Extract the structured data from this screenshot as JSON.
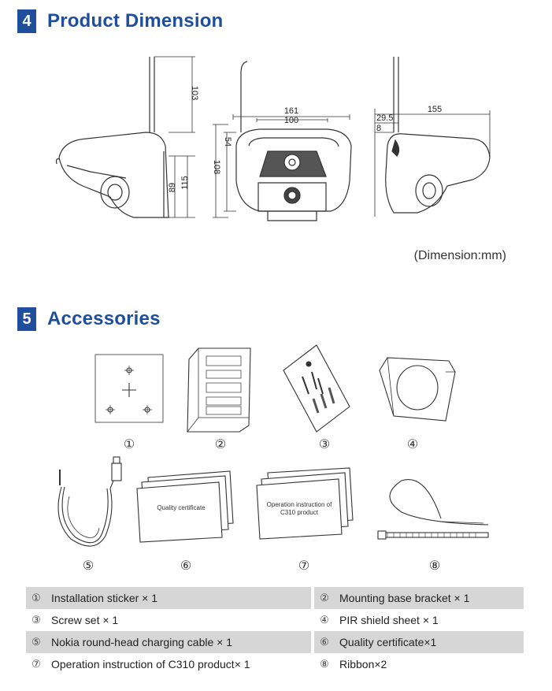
{
  "section4": {
    "number": "4",
    "title": "Product Dimension"
  },
  "dimensions": {
    "side_antenna": "103",
    "side_height": "115",
    "side_inner": "89",
    "front_width": "161",
    "front_inner_width": "100",
    "front_height": "108",
    "front_top": "54",
    "right_width": "155",
    "right_offset": "29.5",
    "right_small": "8"
  },
  "dimension_note": "(Dimension:mm)",
  "section5": {
    "number": "5",
    "title": "Accessories"
  },
  "item_numbers": [
    "①",
    "②",
    "③",
    "④",
    "⑤",
    "⑥",
    "⑦",
    "⑧"
  ],
  "card_labels": {
    "quality": "Quality certificate",
    "operation_line1": "Operation instruction of",
    "operation_line2": "C310 product"
  },
  "accessories": [
    {
      "num": "①",
      "label": "Installation sticker × 1"
    },
    {
      "num": "②",
      "label": "Mounting base bracket × 1"
    },
    {
      "num": "③",
      "label": "Screw set × 1"
    },
    {
      "num": "④",
      "label": "PIR shield sheet × 1"
    },
    {
      "num": "⑤",
      "label": "Nokia round-head charging cable  × 1"
    },
    {
      "num": "⑥",
      "label": "Quality certificate×1"
    },
    {
      "num": "⑦",
      "label": "Operation instruction of C310 product× 1"
    },
    {
      "num": "⑧",
      "label": "Ribbon×2"
    }
  ]
}
